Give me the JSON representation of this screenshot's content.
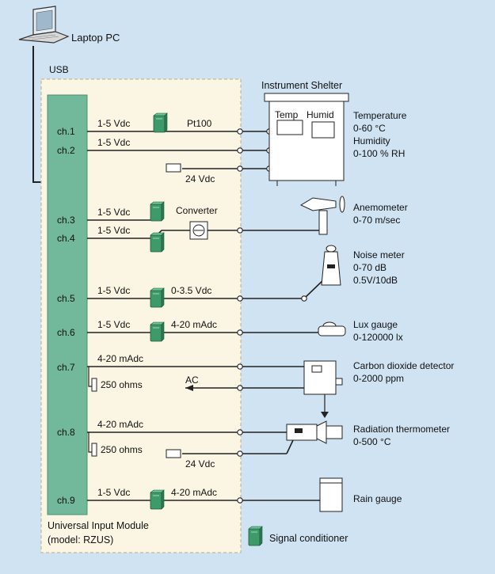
{
  "colors": {
    "background": "#cfe3f2",
    "module_panel": "#fbf6e3",
    "module_border": "#c8b88a",
    "input_bar": "#72b89a",
    "conditioner": "#3f9a6a",
    "wire": "#222222",
    "device_fill": "#ffffff"
  },
  "computer": {
    "label": "Laptop PC",
    "link": "USB",
    "icon": "laptop-icon"
  },
  "module": {
    "title_line1": "Universal Input Module",
    "title_line2": "(model: RZUS)"
  },
  "channels": [
    "ch.1",
    "ch.2",
    "ch.3",
    "ch.4",
    "ch.5",
    "ch.6",
    "ch.7",
    "ch.8",
    "ch.9"
  ],
  "signals": {
    "ch1": "1-5 Vdc",
    "ch2": "1-5 Vdc",
    "ch3": "1-5 Vdc",
    "ch4": "1-5 Vdc",
    "ch5": "1-5 Vdc",
    "ch6": "1-5 Vdc",
    "ch7": "4-20 mAdc",
    "ch8": "4-20 mAdc",
    "ch9": "1-5 Vdc"
  },
  "field_signals": {
    "pt100": "Pt100",
    "converter": "Converter",
    "noise": "0-3.5 Vdc",
    "lux": "4-20 mAdc",
    "rain": "4-20 mAdc",
    "supply_top": "24 Vdc",
    "supply_bottom": "24 Vdc",
    "ac": "AC"
  },
  "resistors": {
    "ch7": "250 ohms",
    "ch8": "250 ohms"
  },
  "shelter": {
    "title": "Instrument Shelter",
    "temp_label": "Temp",
    "humid_label": "Humid"
  },
  "sensors": {
    "temperature_humidity": [
      "Temperature",
      "0-60 °C",
      "Humidity",
      "0-100 % RH"
    ],
    "anemometer": [
      "Anemometer",
      "0-70 m/sec"
    ],
    "noise_meter": [
      "Noise meter",
      "0-70 dB",
      "0.5V/10dB"
    ],
    "lux_gauge": [
      "Lux gauge",
      "0-120000 lx"
    ],
    "co2": [
      "Carbon dioxide detector",
      "0-2000 ppm"
    ],
    "radiation": [
      "Radiation thermometer",
      "0-500 °C"
    ],
    "rain": [
      "Rain gauge"
    ]
  },
  "legend": {
    "label": "Signal conditioner",
    "icon": "signal-conditioner-icon"
  }
}
